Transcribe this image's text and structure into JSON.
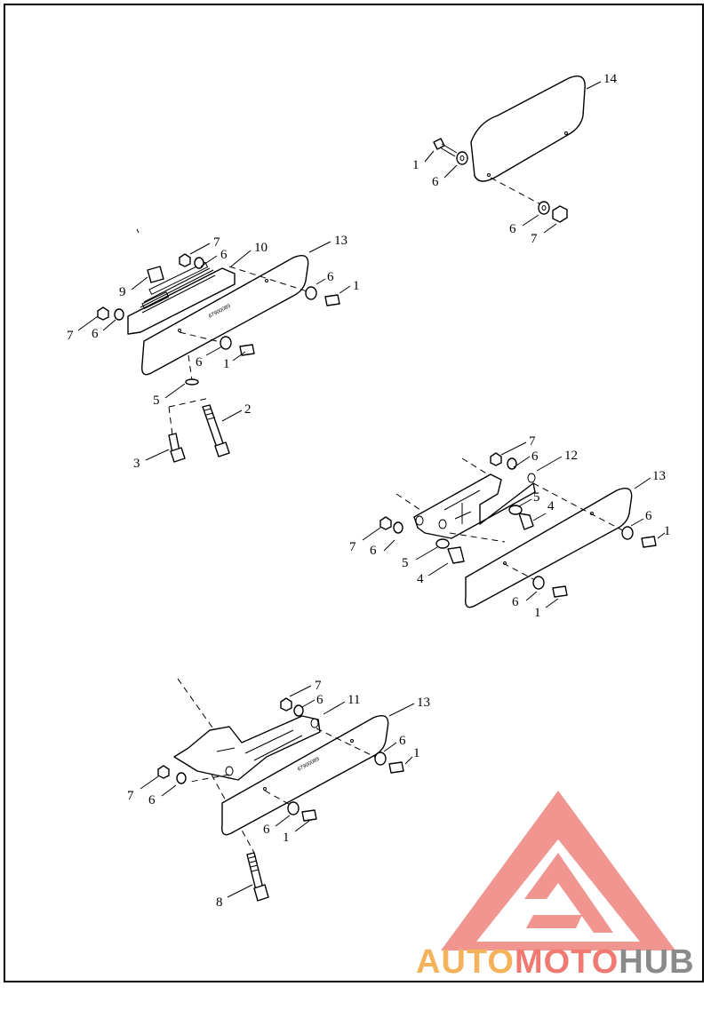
{
  "diagram": {
    "part_stamp": "67900089",
    "callouts": {
      "a1": "14",
      "a2": "1",
      "a3": "6",
      "a4": "6",
      "a5": "7",
      "b1": "7",
      "b2": "6",
      "b3": "10",
      "b4": "13",
      "b5": "9",
      "b6": "6",
      "b7": "1",
      "b8": "7",
      "b9": "6",
      "b10": "6",
      "b11": "1",
      "b12": "5",
      "b13": "2",
      "b14": "3",
      "c1": "7",
      "c2": "6",
      "c3": "12",
      "c4": "13",
      "c5": "5",
      "c6": "4",
      "c7": "7",
      "c8": "6",
      "c9": "6",
      "c10": "1",
      "c11": "5",
      "c12": "4",
      "c13": "6",
      "c14": "1",
      "d1": "7",
      "d2": "6",
      "d3": "11",
      "d4": "13",
      "d5": "6",
      "d6": "1",
      "d7": "7",
      "d8": "6",
      "d9": "6",
      "d10": "1",
      "d11": "8"
    }
  },
  "logo": {
    "part1": "AUTO",
    "part2": "MOTO",
    "part3": "HUB",
    "colors": {
      "auto": "#f5b25a",
      "moto": "#f07a72",
      "hub": "#8a8a8a",
      "triangle": "#f08a84"
    }
  }
}
